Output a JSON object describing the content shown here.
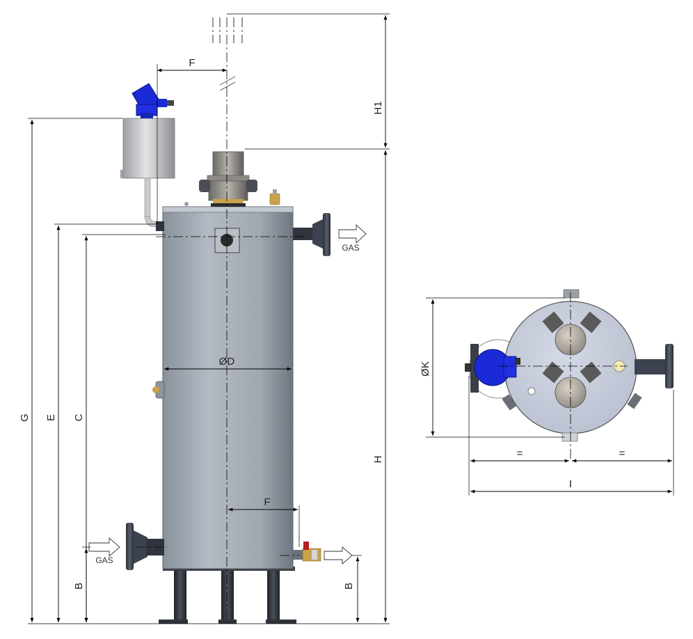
{
  "drawing": {
    "side_view": {
      "dimension_labels": {
        "F_top": "F",
        "H1": "H1",
        "G": "G",
        "E": "E",
        "C": "C",
        "D": "ØD",
        "H": "H",
        "F_bottom": "F",
        "B_left": "B",
        "B_right": "B"
      },
      "flow_labels": {
        "gas_outlet": "GAS",
        "gas_inlet": "GAS"
      }
    },
    "top_view": {
      "dimension_labels": {
        "K": "ØK",
        "equal_left": "=",
        "equal_right": "=",
        "I": "I"
      }
    },
    "colors": {
      "vessel_body": "#a3abb5",
      "flange": "#3c4250",
      "junction_box": "#1a2ad6",
      "top_cap": "#c8c9cb",
      "heater_head": "#9a9790",
      "leg": "#2e323a",
      "brass": "#c9a24a"
    }
  }
}
